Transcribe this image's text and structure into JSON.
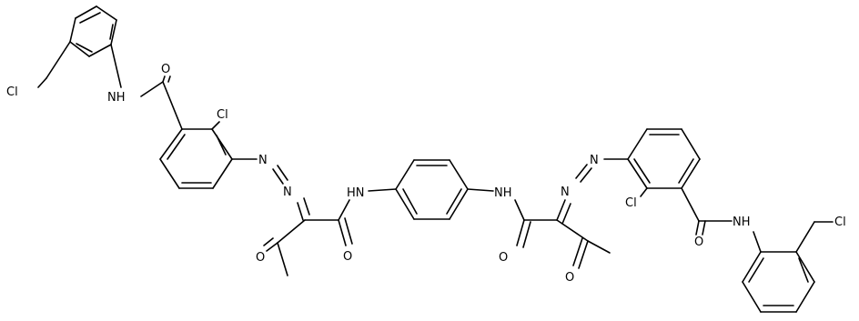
{
  "atom_labels": {
    "cl": "Cl",
    "nh": "NH",
    "hn": "HN",
    "o": "O",
    "n": "N"
  }
}
